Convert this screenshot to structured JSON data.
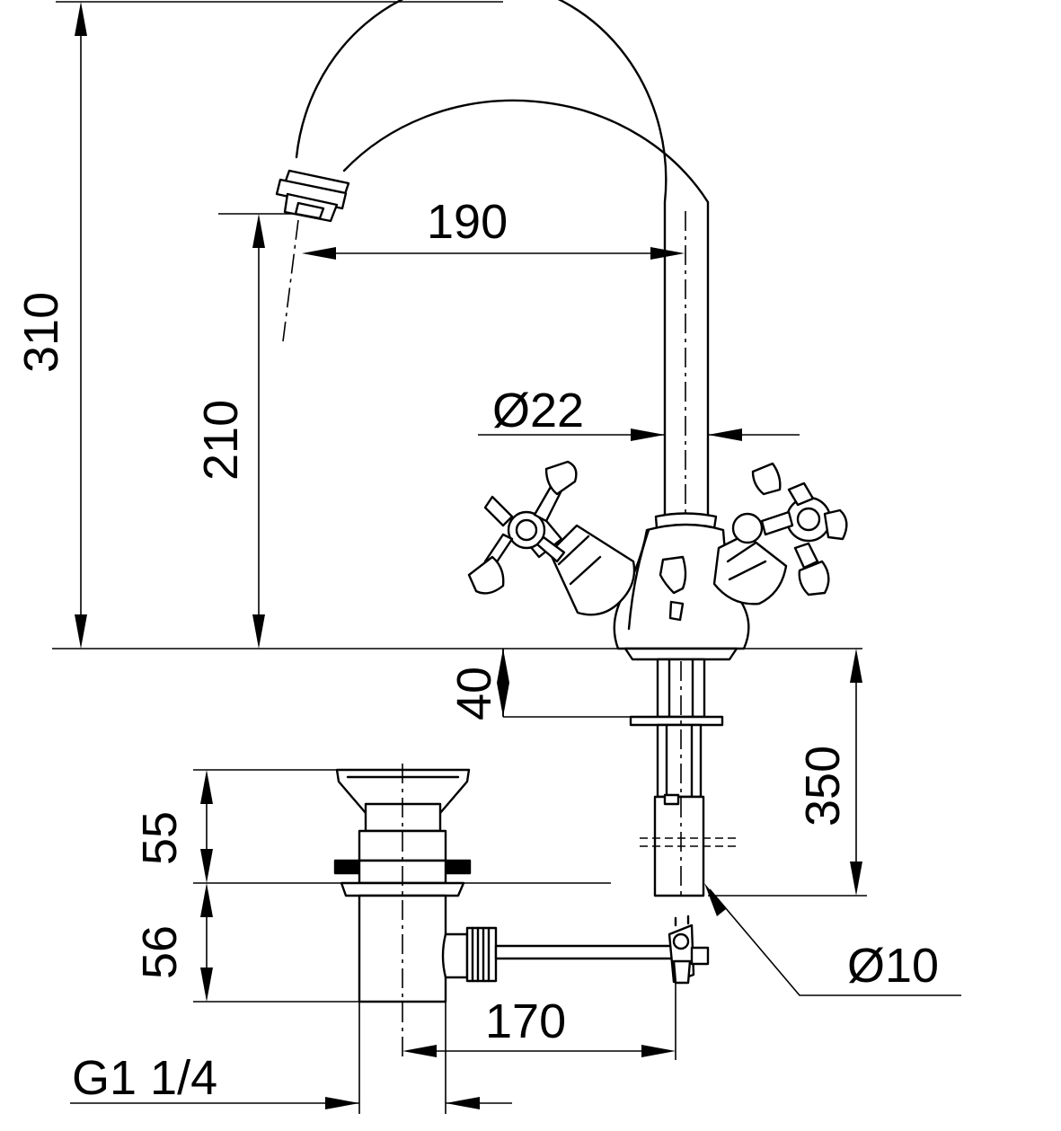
{
  "dimensions": {
    "total_height": "310",
    "spout_height": "210",
    "spout_reach": "190",
    "body_diameter": "Ø22",
    "counter_thickness": "40",
    "supply_length": "350",
    "supply_diameter": "Ø10",
    "waste_upper": "55",
    "waste_lower": "56",
    "rod_length": "170",
    "waste_thread": "G1 1/4"
  }
}
